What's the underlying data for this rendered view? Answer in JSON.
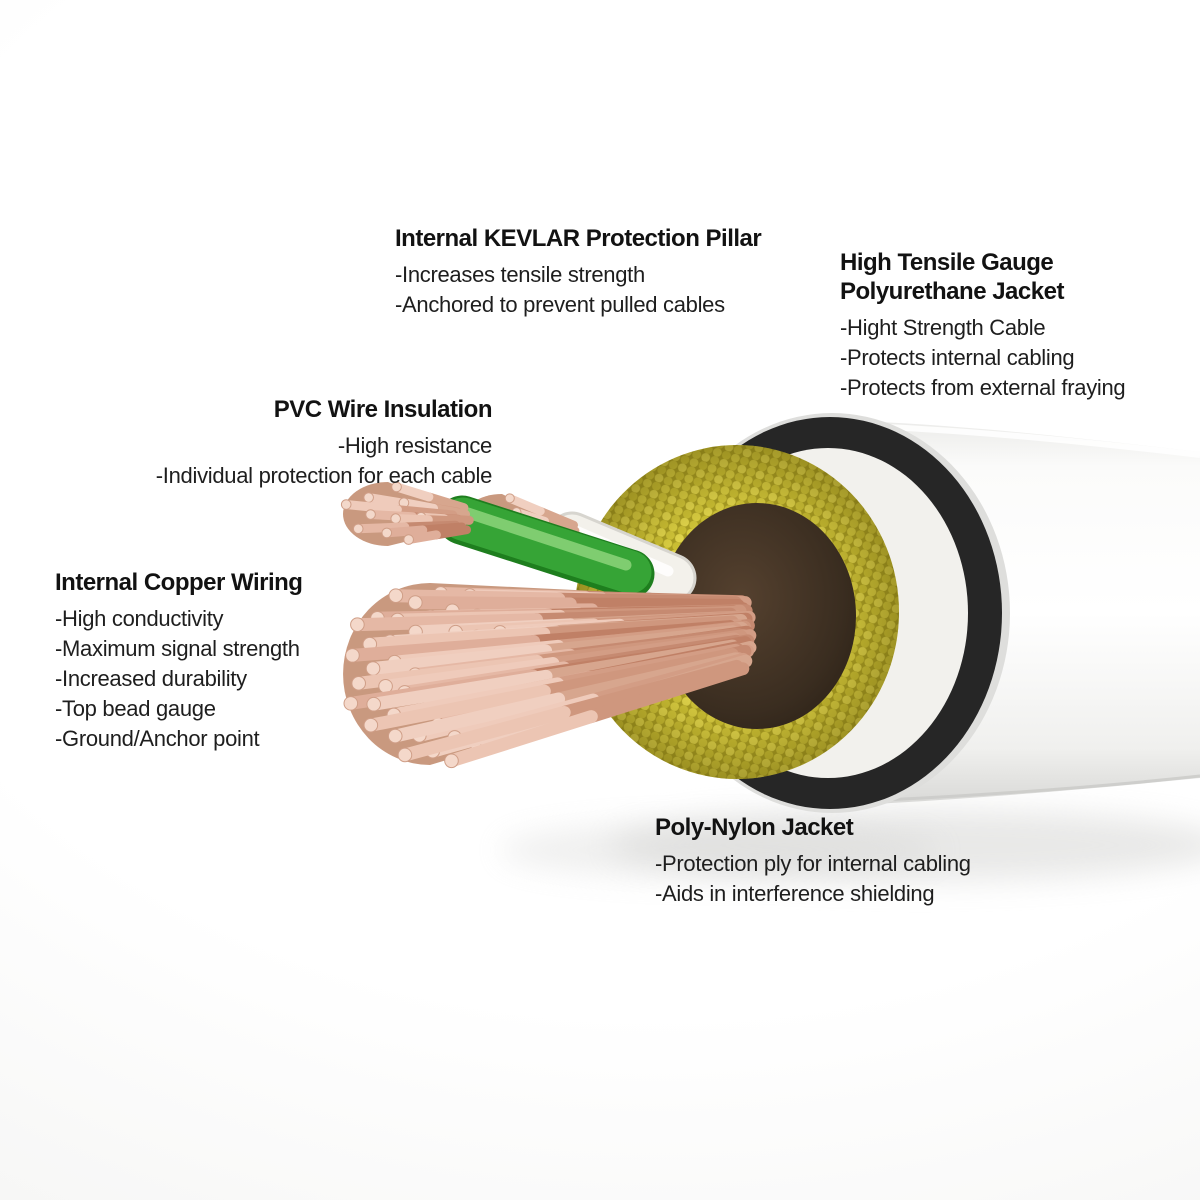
{
  "annotations": {
    "kevlar": {
      "title": "Internal KEVLAR Protection Pillar",
      "lines": [
        "-Increases tensile strength",
        "-Anchored to prevent pulled cables"
      ]
    },
    "jacket": {
      "title_line1": "High Tensile Gauge",
      "title_line2": "Polyurethane Jacket",
      "lines": [
        "-Hight Strength Cable",
        "-Protects internal cabling",
        "-Protects from external fraying"
      ]
    },
    "pvc": {
      "title": "PVC Wire Insulation",
      "lines": [
        "-High resistance",
        "-Individual protection for each cable"
      ]
    },
    "copper": {
      "title": "Internal Copper Wiring",
      "lines": [
        "-High conductivity",
        "-Maximum signal strength",
        "-Increased durability",
        "-Top bead gauge",
        "-Ground/Anchor point"
      ]
    },
    "nylon": {
      "title": "Poly-Nylon Jacket",
      "lines": [
        "-Protection ply for internal cabling",
        "-Aids in interference shielding"
      ]
    }
  },
  "illustration_colors": {
    "kevlar_yellow": "#cfc338",
    "jacket_white": "#f5f5f3",
    "nylon_black": "#262626",
    "inner_white": "#f2f1ed",
    "copper_pink": "#e7bca9",
    "pvc_green": "#36a436",
    "insulation_white": "#f3f1eb"
  }
}
